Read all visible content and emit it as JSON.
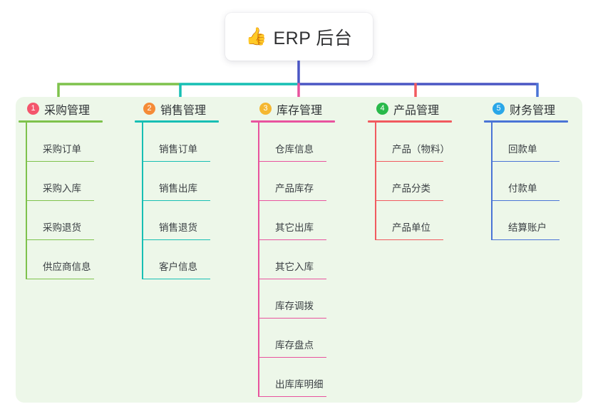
{
  "diagram": {
    "type": "org-tree",
    "root": {
      "emoji": "👍",
      "icon_name": "thumbs-up-emoji",
      "label": "ERP 后台"
    },
    "panel_color": "#edf7e9",
    "trunk_color": "#4a56c4",
    "columns": [
      {
        "index": "1",
        "title": "采购管理",
        "color": "#7ec24c",
        "badge_color": "#f4556c",
        "items": [
          "采购订单",
          "采购入库",
          "采购退货",
          "供应商信息"
        ]
      },
      {
        "index": "2",
        "title": "销售管理",
        "color": "#17bfb4",
        "badge_color": "#f58b37",
        "items": [
          "销售订单",
          "销售出库",
          "销售退货",
          "客户信息"
        ]
      },
      {
        "index": "3",
        "title": "库存管理",
        "color": "#e8539e",
        "badge_color": "#f5b731",
        "items": [
          "仓库信息",
          "产品库存",
          "其它出库",
          "其它入库",
          "库存调拨",
          "库存盘点",
          "出库库明细"
        ]
      },
      {
        "index": "4",
        "title": "产品管理",
        "color": "#f15a5f",
        "badge_color": "#29b94a",
        "items": [
          "产品（物料）",
          "产品分类",
          "产品单位"
        ]
      },
      {
        "index": "5",
        "title": "财务管理",
        "color": "#4a74d6",
        "badge_color": "#2aa7e8",
        "items": [
          "回款单",
          "付款单",
          "结算账户"
        ]
      }
    ]
  }
}
